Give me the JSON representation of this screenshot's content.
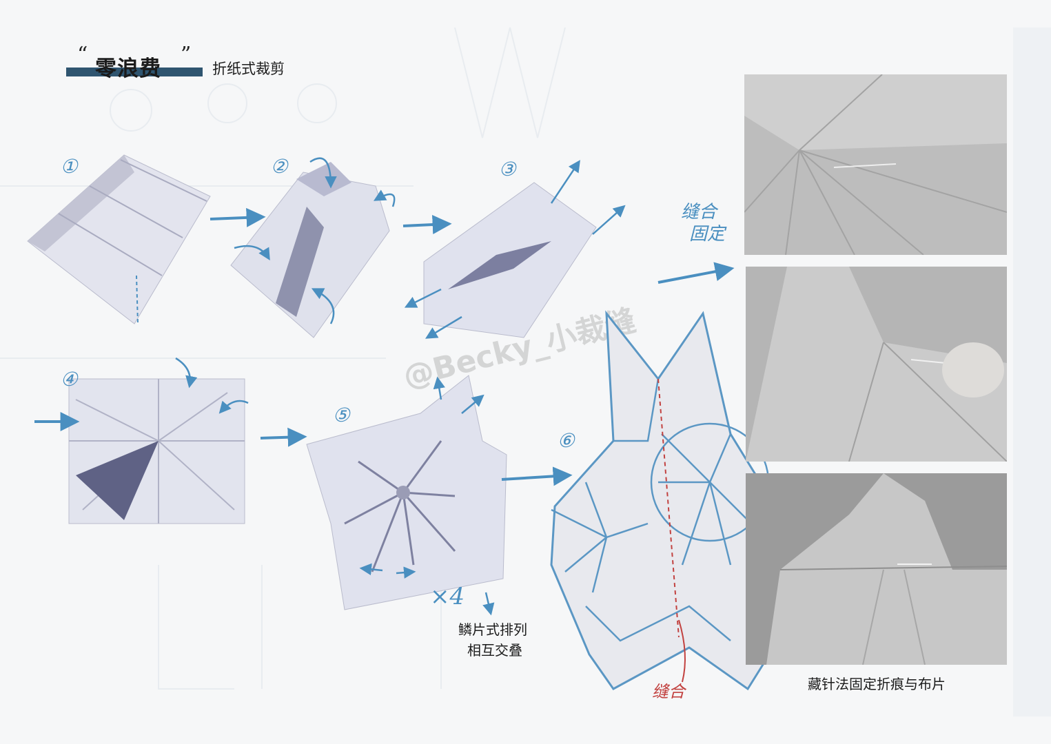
{
  "title": {
    "main": "零浪费",
    "quote_open": "“",
    "quote_close": "”",
    "subtitle": "折纸式裁剪"
  },
  "steps": [
    {
      "label": "①"
    },
    {
      "label": "②"
    },
    {
      "label": "③"
    },
    {
      "label": "④"
    },
    {
      "label": "⑤"
    },
    {
      "label": "⑥"
    }
  ],
  "annotations": {
    "multiplier": "×4",
    "arrangement_line1": "鳞片式排列",
    "arrangement_line2": "相互交叠",
    "stitch_fix_line1": "缝合",
    "stitch_fix_line2": "固定",
    "seam": "缝合"
  },
  "photos_caption": "藏针法固定折痕与布片",
  "watermark": "@Becky_小裁缝",
  "colors": {
    "title_bar": "#2f5570",
    "annotation_blue": "#4a8fc0",
    "seam_red": "#c2413f",
    "paper": "#e4e6ef"
  }
}
